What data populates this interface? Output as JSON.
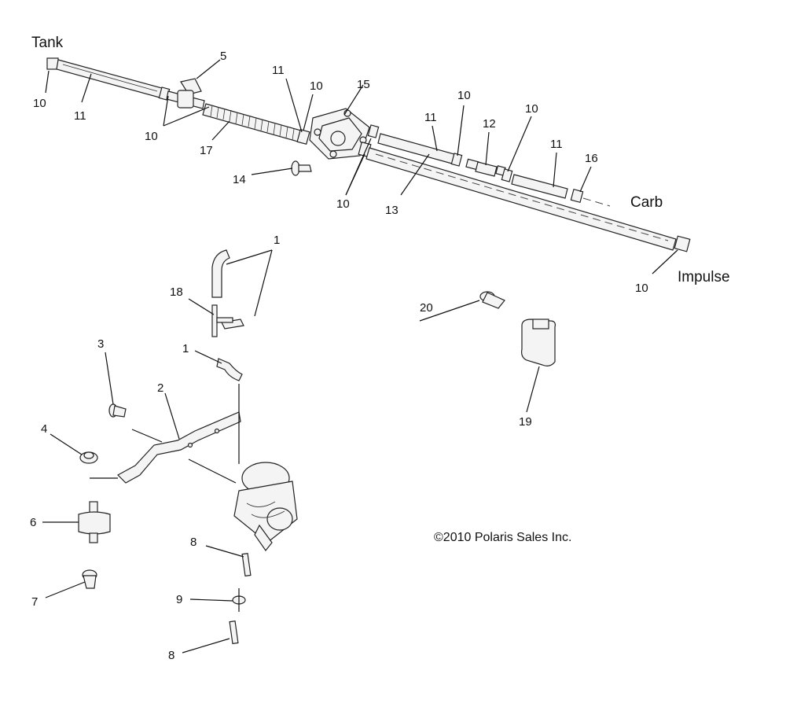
{
  "labels": {
    "tank": "Tank",
    "carb": "Carb",
    "impulse": "Impulse",
    "copyright": "©2010 Polaris Sales Inc."
  },
  "callouts": {
    "c10_a": "10",
    "c11_a": "11",
    "c5": "5",
    "c10_b": "10",
    "c17": "17",
    "c11_b": "11",
    "c10_c": "10",
    "c15": "15",
    "c14": "14",
    "c10_d": "10",
    "c13": "13",
    "c11_c": "11",
    "c10_e": "10",
    "c12": "12",
    "c10_f": "10",
    "c11_d": "11",
    "c16": "16",
    "c10_g": "10",
    "c1_a": "1",
    "c18": "18",
    "c1_b": "1",
    "c3": "3",
    "c2": "2",
    "c4": "4",
    "c6": "6",
    "c7": "7",
    "c8_a": "8",
    "c9": "9",
    "c8_b": "8",
    "c20": "20",
    "c19": "19"
  }
}
